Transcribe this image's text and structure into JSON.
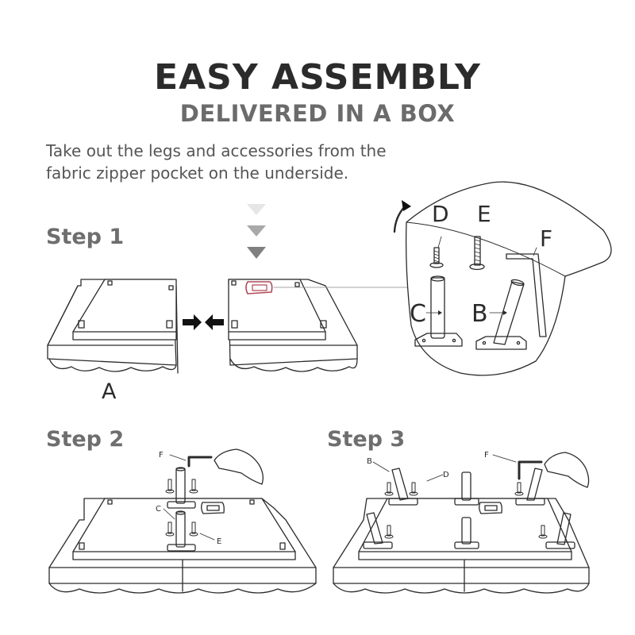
{
  "header": {
    "title": "EASY ASSEMBLY",
    "subtitle": "DELIVERED IN A BOX"
  },
  "instructions": {
    "line1": "Take out the legs and accessories from the",
    "line2": "fabric zipper pocket on the underside."
  },
  "steps": {
    "step1": "Step 1",
    "step2": "Step 2",
    "step3": "Step 3"
  },
  "labels": {
    "section_a": "A",
    "part_b": "B",
    "part_c": "C",
    "part_d": "D",
    "part_e": "E",
    "part_f": "F"
  },
  "colors": {
    "ink": "#2b2b2b",
    "grey": "#6e6e6e",
    "arrow_grey": "#808080",
    "pocket": "#b04a56"
  }
}
